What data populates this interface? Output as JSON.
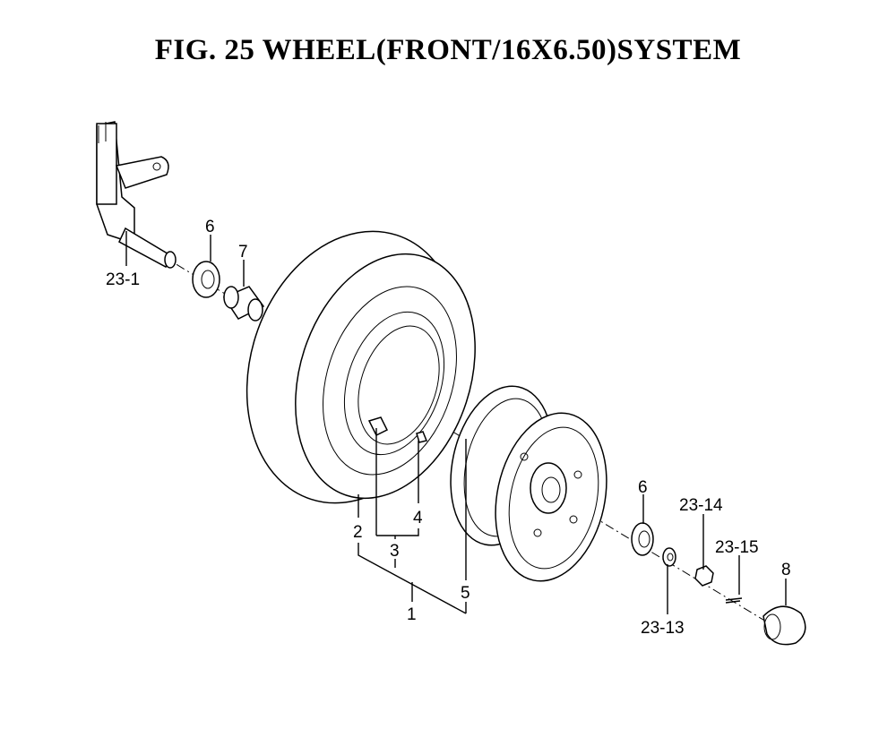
{
  "title": "FIG. 25  WHEEL(FRONT/16X6.50)SYSTEM",
  "callouts": {
    "spindle": "23-1",
    "bearing_inner": "6",
    "spacer": "7",
    "tire": "2",
    "valve_assembly": "3",
    "valve": "4",
    "wheel_assembly": "1",
    "rim": "5",
    "bearing_outer": "6",
    "washer": "23-13",
    "nut": "23-14",
    "cotter_pin": "23-15",
    "hub_cap": "8"
  }
}
